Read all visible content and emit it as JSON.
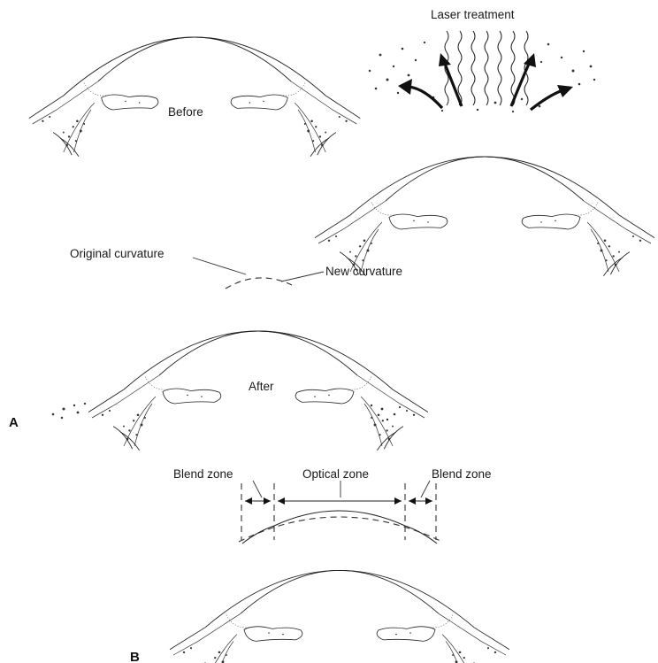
{
  "labels": {
    "before": "Before",
    "laser": "Laser treatment",
    "original_curvature": "Original curvature",
    "new_curvature": "New curvature",
    "after": "After",
    "panel_a": "A",
    "blend_zone_left": "Blend zone",
    "optical_zone": "Optical zone",
    "blend_zone_right": "Blend zone",
    "panel_b": "B"
  },
  "icons": [
    "eye-cross-section-icon",
    "laser-beam-icon",
    "ablation-debris-arrow-icon"
  ],
  "colors": {
    "ink": "#222222",
    "background": "#ffffff"
  }
}
